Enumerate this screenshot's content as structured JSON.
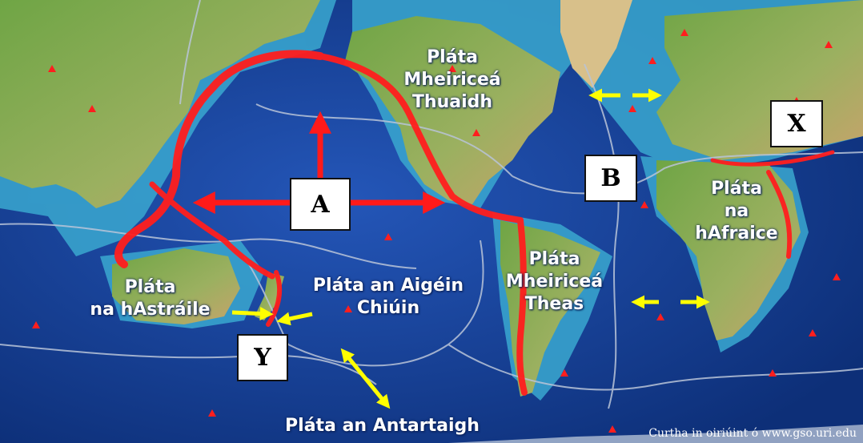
{
  "colors": {
    "ocean_deep": "#0b2a6b",
    "ocean_mid": "#1f4fb0",
    "ocean_shelf": "#3fb6d6",
    "land_low": "#5f9a3a",
    "land_high": "#c8a36a",
    "ice": "#e8eef2",
    "volcano": "#ff1e1e",
    "arrow_red": "#ff1a1a",
    "arrow_yellow": "#ffff00",
    "boundary": "#b9c4d8"
  },
  "plates": {
    "north_america": [
      "Pláta",
      "Mheiriceá",
      "Thuaidh"
    ],
    "south_america_l1": "Pláta",
    "south_america_l2": "Mheiriceá",
    "south_america_l3": "Theas",
    "africa": [
      "Pláta",
      "na",
      "hAfraice"
    ],
    "australia": [
      "Pláta",
      "na hAstráile"
    ],
    "pacific": [
      "Pláta an Aigéin",
      "Chiúin"
    ],
    "antarctic": "Pláta an Antartaigh"
  },
  "boxes": {
    "a": "A",
    "b": "B",
    "x": "X",
    "y": "Y"
  },
  "credit": "Curtha in oiriúint ó www.gso.uri.edu"
}
